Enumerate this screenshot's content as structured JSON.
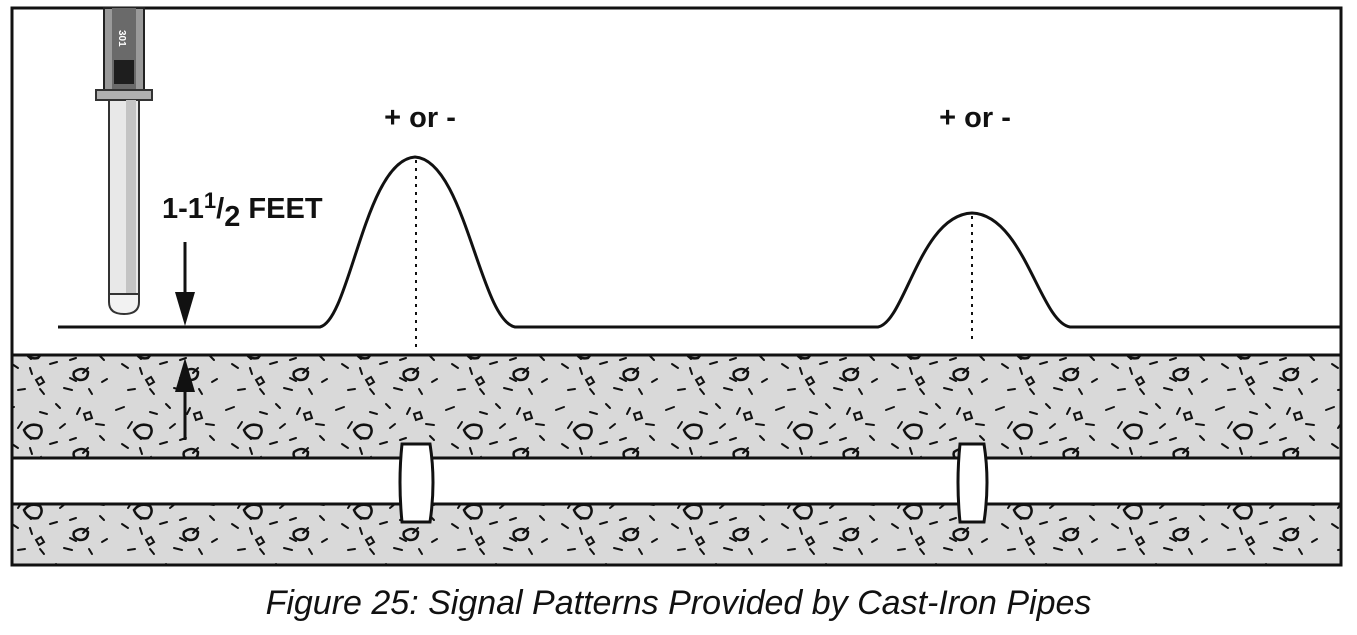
{
  "figure": {
    "peak_labels": [
      "+ or -",
      "+ or -"
    ],
    "depth_label": {
      "prefix": "1-1",
      "superscript": "1",
      "slash": "/",
      "subscript": "2",
      "suffix": " FEET"
    },
    "instrument_text": "301"
  },
  "caption": "Figure 25:  Signal Patterns Provided by Cast-Iron Pipes",
  "colors": {
    "soil_fill": "#d9d9d9",
    "line": "#111111",
    "pipe_fill": "#ffffff"
  }
}
